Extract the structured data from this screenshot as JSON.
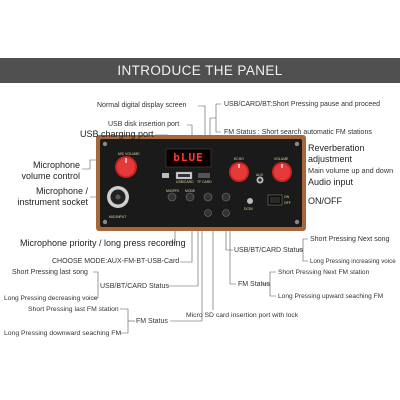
{
  "banner": {
    "title": "INTRODUCE THE PANEL"
  },
  "display": {
    "text": "bLUE"
  },
  "panel_labels": {
    "mic_volume": "MIC VOLUME",
    "echo": "ECHO",
    "volume": "VOLUME",
    "aux": "AUX",
    "mic_input": "MIC/INPUT",
    "usb": "USB/CARD",
    "mode": "MODE",
    "tf_card": "TF CARD",
    "mic_pri": "MIC/PRI",
    "on": "ON",
    "off": "OFF",
    "dc": "DC5V"
  },
  "annotations": {
    "normal_display": "Normal digital display screen",
    "usb_disk_port": "USB disk insertion port",
    "usb_charging": "USB charging port",
    "mic_volume": "Microphone volume control",
    "mic_socket": "Microphone / instrument socket",
    "mic_priority": "Microphone priority / long press recording",
    "choose_mode": "CHOOSE MODE:AUX-FM-BT-USB-Card",
    "usb_bt_card_short": "USB/CARD/BT:Short Pressing pause and proceed",
    "fm_status_short": "FM Status : Short search automatic FM stations",
    "reverberation": "Reverberation adjustment",
    "main_volume": "Main volume up and down",
    "audio_input": "Audio input",
    "on_off": "ON/OFF",
    "next_usb_bt_card": "USB/BT/CARD Status",
    "short_next_song": "Short Pressing Next song",
    "long_increase_voice": "Long Pressing increasing voice",
    "next_fm_status": "FM Status",
    "short_next_fm": "Short Pressing Next FM station",
    "long_upward_fm": "Long Pressing upward seaching FM",
    "short_last_song": "Short Pressing last song",
    "prev_usb_bt_card": "USB/BT/CARD Status",
    "long_decrease_voice": "Long Pressing decreasing voice",
    "short_last_fm": "Short Pressing last FM station",
    "prev_fm_status": "FM Status",
    "long_downward_fm": "Long Pressing downward seaching FM",
    "micro_sd": "Micro SD card insertion port with lock"
  },
  "colors": {
    "banner_bg": "#505050",
    "panel_bg": "#1a1a1a",
    "panel_border": "#a6673b",
    "knob": "#e43a3a",
    "display_text": "#ff3a2a"
  }
}
